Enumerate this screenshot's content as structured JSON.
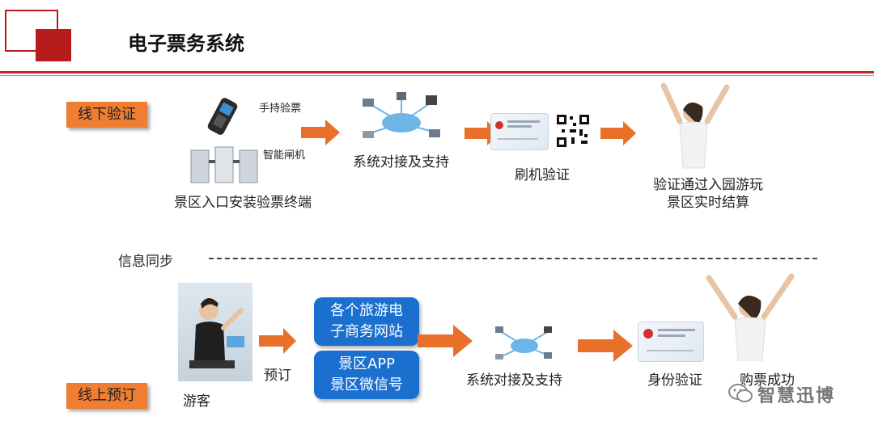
{
  "header": {
    "title": "电子票务系统"
  },
  "offline": {
    "tag": "线下验证",
    "handheld_label": "手持验票",
    "gate_label": "智能闸机",
    "terminal_label": "景区入口安装验票终端",
    "system_label": "系统对接及支持",
    "swipe_label": "刷机验证",
    "result_line1": "验证通过入园游玩",
    "result_line2": "景区实时结算"
  },
  "sync": {
    "label": "信息同步"
  },
  "online": {
    "tag": "线上预订",
    "visitor_label": "游客",
    "book_label": "预订",
    "box1_line1": "各个旅游电",
    "box1_line2": "子商务网站",
    "box2_line1": "景区APP",
    "box2_line2": "景区微信号",
    "system_label": "系统对接及支持",
    "id_label": "身份验证",
    "success_label": "购票成功"
  },
  "watermark": {
    "text": "智慧迅博"
  },
  "colors": {
    "accent_red": "#b71c1c",
    "tag_orange": "#ef7d32",
    "arrow_orange": "#e8702a",
    "box_blue": "#1b6fcf"
  },
  "icons": [
    "handheld-scanner-icon",
    "turnstile-gate-icon",
    "network-hub-icon",
    "id-card-icon",
    "qr-code-icon",
    "celebrating-woman-icon",
    "visitor-photo-icon",
    "wechat-icon"
  ]
}
